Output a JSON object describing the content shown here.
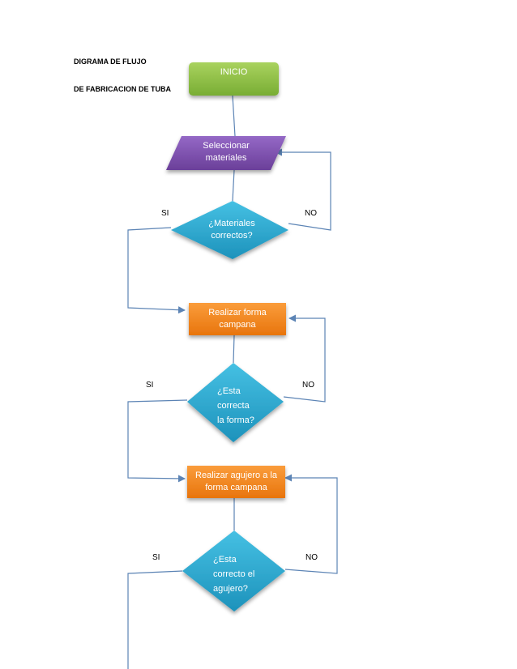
{
  "title": {
    "line1": "DIGRAMA DE FLUJO",
    "line2": "DE FABRICACION DE TUBA"
  },
  "nodes": {
    "start": {
      "text": "INICIO"
    },
    "select_materials": {
      "line1": "Seleccionar",
      "line2": "materiales"
    },
    "decision_materials": {
      "line1": "¿Materiales",
      "line2": "correctos?"
    },
    "bell_shape": {
      "line1": "Realizar forma",
      "line2": "campana"
    },
    "decision_shape": {
      "line1": "¿Esta",
      "line2": "correcta",
      "line3": "la forma?"
    },
    "hole": {
      "line1": "Realizar agujero a la",
      "line2": "forma campana"
    },
    "decision_hole": {
      "line1": "¿Esta",
      "line2": "correcto el",
      "line3": "agujero?"
    }
  },
  "branch_labels": {
    "d1_yes": "SI",
    "d1_no": "NO",
    "d2_yes": "SI",
    "d2_no": "NO",
    "d3_yes": "SI",
    "d3_no": "NO"
  },
  "colors": {
    "start_fill": "#8fbf45",
    "parallelogram_fill": "#7d4fae",
    "diamond_fill": "#27a7cc",
    "process_fill": "#f3861c",
    "connector": "#5c84b5"
  }
}
